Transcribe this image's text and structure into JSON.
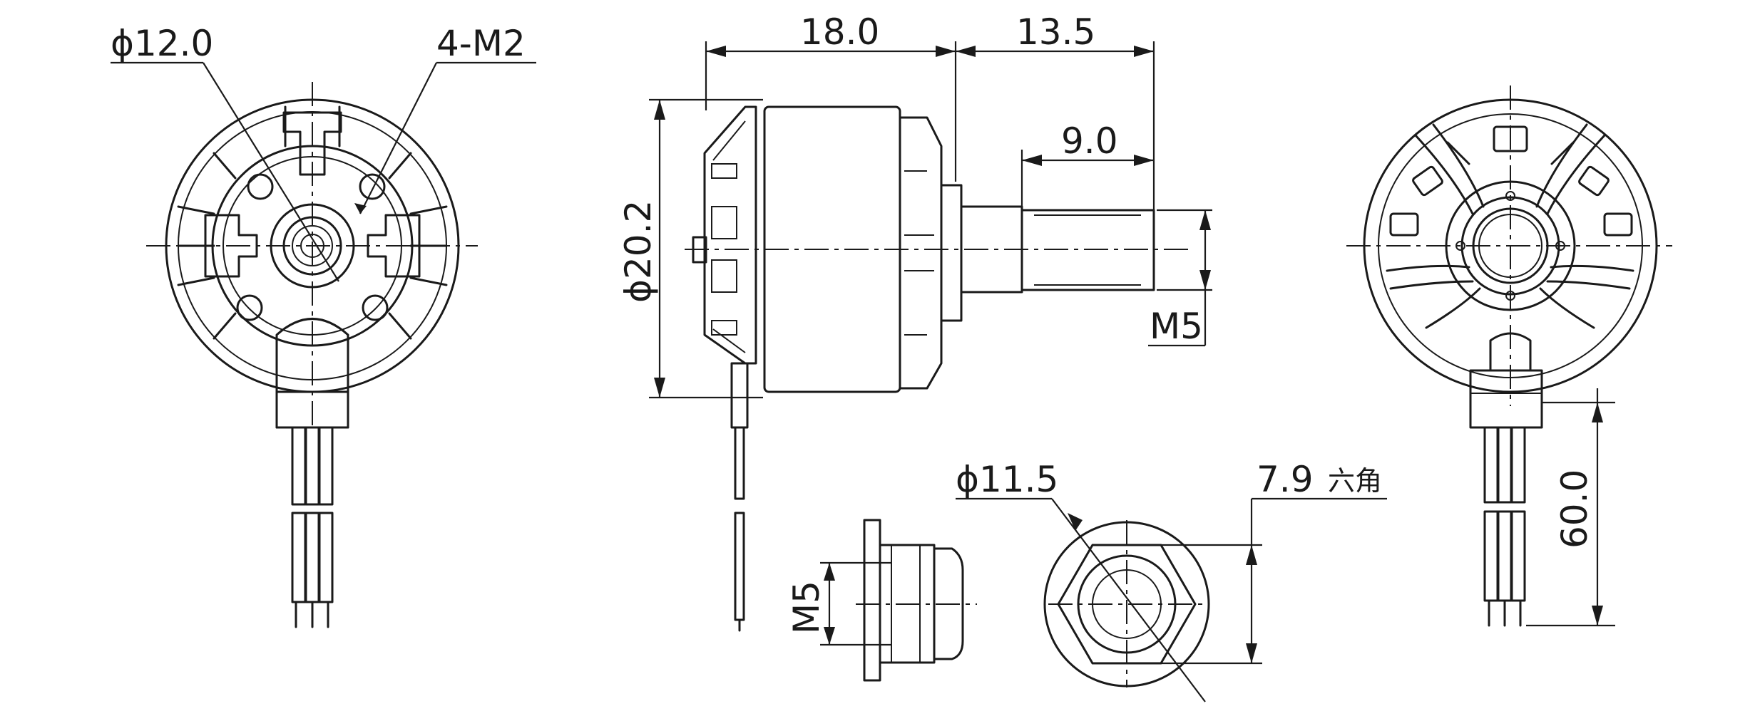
{
  "dimensions": {
    "front_shaft_dia": "ϕ12.0",
    "mount_holes": "4-M2",
    "body_length": "18.0",
    "shaft_length": "13.5",
    "thread_length": "9.0",
    "body_dia": "ϕ20.2",
    "shaft_thread": "M5",
    "nut_dia": "ϕ11.5",
    "nut_hex": "7.9",
    "nut_hex_note": "六角",
    "nut_thread": "M5",
    "lead_length": "60.0"
  },
  "colors": {
    "line": "#1a1a1a",
    "background": "#ffffff"
  }
}
